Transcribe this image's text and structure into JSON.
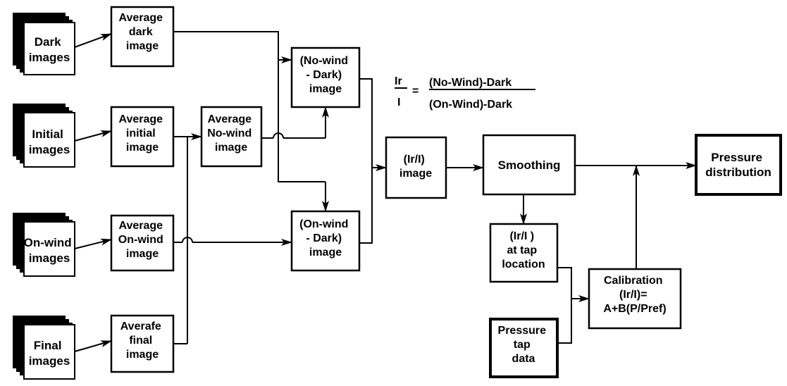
{
  "diagram": {
    "nodes": {
      "dark_images": [
        "Dark",
        "images"
      ],
      "initial_images": [
        "Initial",
        "images"
      ],
      "onwind_images": [
        "On-wind",
        "images"
      ],
      "final_images": [
        "Final",
        "images"
      ],
      "avg_dark": [
        "Average",
        "dark",
        "image"
      ],
      "avg_initial": [
        "Average",
        "initial",
        "image"
      ],
      "avg_onwind": [
        "Average",
        "On-wind",
        "image"
      ],
      "avg_final": [
        "Averafe",
        "final",
        "image"
      ],
      "avg_nowind": [
        "Average",
        "No-wind",
        "image"
      ],
      "nowind_dark": [
        "(No-wind",
        "- Dark)",
        "image"
      ],
      "onwind_dark": [
        "(On-wind",
        "- Dark)",
        "image"
      ],
      "ratio_image": [
        "(Ir/I)",
        "image"
      ],
      "smoothing": [
        "Smoothing"
      ],
      "pressure_dist": [
        "Pressure",
        "distribution"
      ],
      "ratio_tap": [
        "(Ir/I )",
        "at tap",
        "location"
      ],
      "pressure_tap": [
        "Pressure",
        "tap",
        "data"
      ],
      "calibration": [
        "Calibration",
        "(Ir/I)=",
        "A+B(P/Pref)"
      ]
    },
    "equation": {
      "lhs_num": "Ir",
      "lhs_den": "I",
      "eq": "=",
      "rhs_num": "(No-Wind)-Dark",
      "rhs_den": "(On-Wind)-Dark"
    }
  }
}
